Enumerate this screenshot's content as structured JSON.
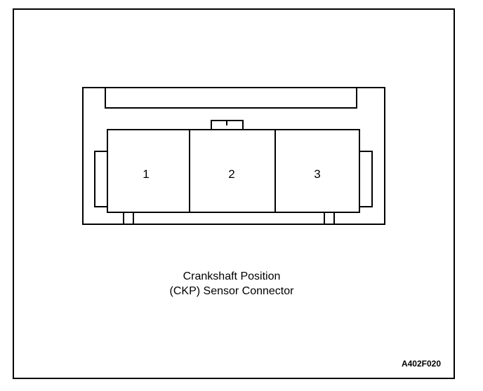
{
  "connector": {
    "pins": [
      "1",
      "2",
      "3"
    ]
  },
  "caption": {
    "line1": "Crankshaft Position",
    "line2": "(CKP) Sensor Connector"
  },
  "figure_code": "A402F020",
  "colors": {
    "line": "#000000",
    "background": "#ffffff"
  }
}
